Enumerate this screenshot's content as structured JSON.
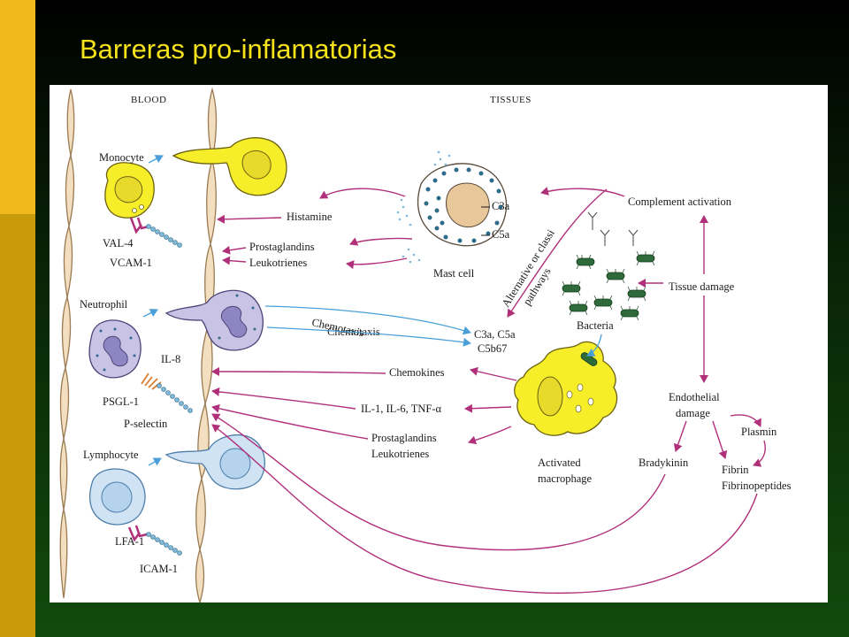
{
  "slide": {
    "title": "Barreras pro-inflamatorias",
    "colors": {
      "side_bar_top": "#f0b81c",
      "side_bar_bottom": "#c99a0c",
      "title": "#f5e21b",
      "background": "#0b2a08"
    }
  },
  "figure": {
    "headers": {
      "blood": "BLOOD",
      "tissues": "TISSUES"
    },
    "blood_labels": {
      "monocyte": "Monocyte",
      "val4": "VAL-4",
      "vcam1": "VCAM-1",
      "neutrophil": "Neutrophil",
      "il8": "IL-8",
      "psgl1": "PSGL-1",
      "pselectin": "P-selectin",
      "lymphocyte": "Lymphocyte",
      "lfa1": "LFA-1",
      "icam1": "ICAM-1"
    },
    "mediators": {
      "histamine": "Histamine",
      "prostaglandins": "Prostaglandins",
      "leukotrienes": "Leukotrienes",
      "chemotaxis": "Chemotaxis",
      "chemokines": "Chemokines",
      "il_group": "IL-1, IL-6, TNF-α",
      "prostaglandins2": "Prostaglandins",
      "leukotrienes2": "Leukotrienes"
    },
    "tissue_labels": {
      "mast_cell": "Mast cell",
      "c3a": "C3a",
      "c5a": "C5a",
      "complement_activation": "Complement activation",
      "pathways_line1": "Alternative or classi",
      "pathways_line2": "pathways",
      "tissue_damage": "Tissue damage",
      "bacteria": "Bacteria",
      "c3a_c5a": "C3a, C5a",
      "c5b67": "C5b67",
      "activated_line1": "Activated",
      "activated_line2": "macrophage",
      "endothelial_line1": "Endothelial",
      "endothelial_line2": "damage",
      "plasmin": "Plasmin",
      "bradykinin": "Bradykinin",
      "fibrin": "Fibrin",
      "fibrinopeptides": "Fibrinopeptides"
    },
    "colors": {
      "magenta_arrow": "#b0307a",
      "blue_arrow": "#4a9fd8",
      "vessel": "#f3dfc0",
      "vessel_edge": "#9a7a52",
      "monocyte": "#f7ee2a",
      "neutrophil": "#c9c3e6",
      "lymphocyte": "#cfe3f4",
      "mast_cell": "#e8c79a",
      "macrophage": "#f7ee2a",
      "bacteria": "#2f6b3a"
    }
  }
}
